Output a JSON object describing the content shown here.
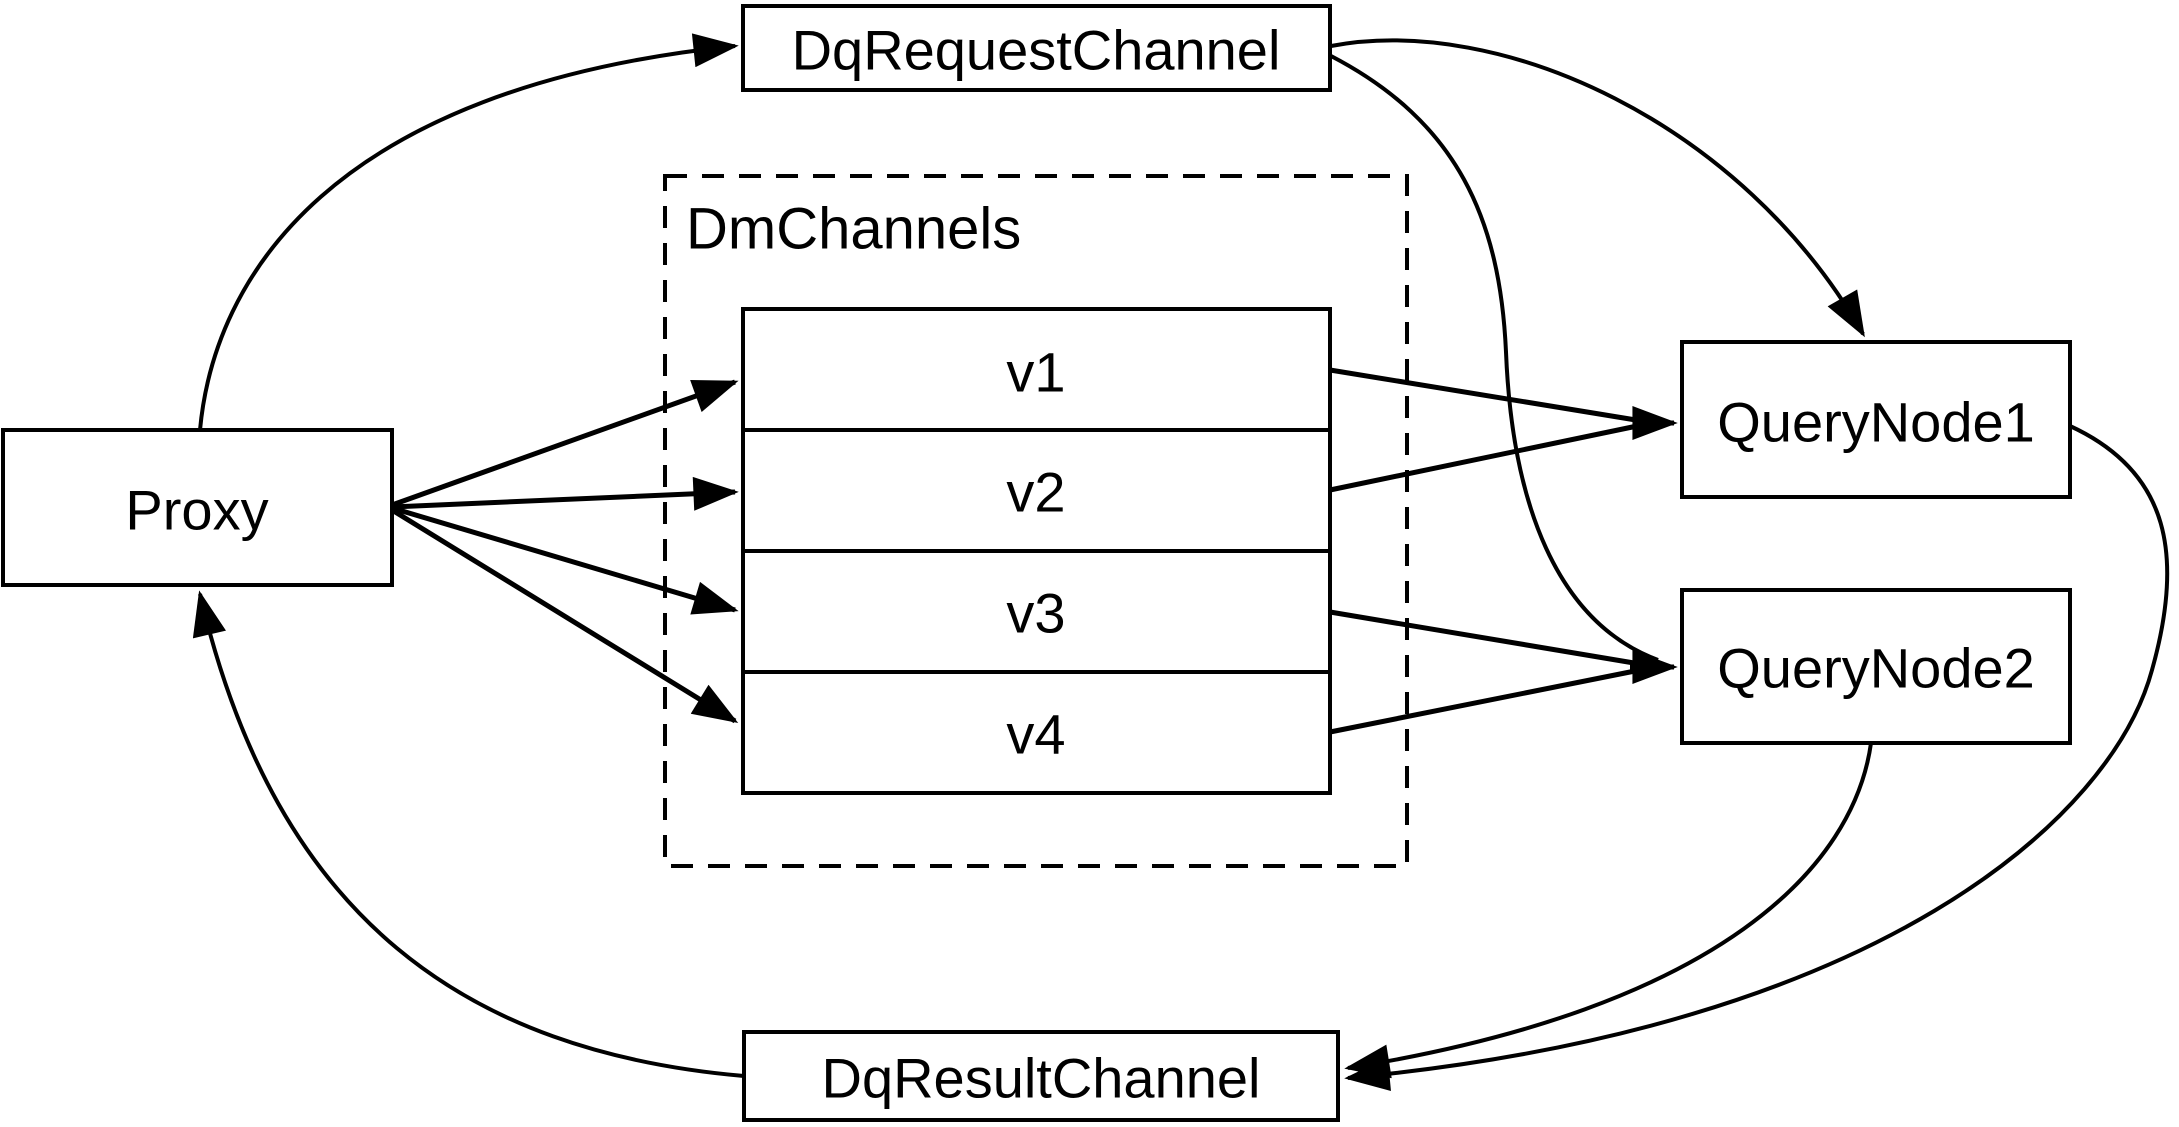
{
  "diagram": {
    "background": "#ffffff",
    "stroke_color": "#000000",
    "nodes": {
      "proxy": {
        "label": "Proxy"
      },
      "dq_request_channel": {
        "label": "DqRequestChannel"
      },
      "dm_channels_group": {
        "label": "DmChannels"
      },
      "channels": [
        {
          "label": "v1"
        },
        {
          "label": "v2"
        },
        {
          "label": "v3"
        },
        {
          "label": "v4"
        }
      ],
      "query_node_1": {
        "label": "QueryNode1"
      },
      "query_node_2": {
        "label": "QueryNode2"
      },
      "dq_result_channel": {
        "label": "DqResultChannel"
      }
    },
    "edges": [
      {
        "from": "Proxy",
        "to": "DqRequestChannel"
      },
      {
        "from": "Proxy",
        "to": "v1"
      },
      {
        "from": "Proxy",
        "to": "v2"
      },
      {
        "from": "Proxy",
        "to": "v3"
      },
      {
        "from": "Proxy",
        "to": "v4"
      },
      {
        "from": "DqRequestChannel",
        "to": "QueryNode1"
      },
      {
        "from": "DqRequestChannel",
        "to": "QueryNode2"
      },
      {
        "from": "v1",
        "to": "QueryNode1"
      },
      {
        "from": "v2",
        "to": "QueryNode1"
      },
      {
        "from": "v3",
        "to": "QueryNode2"
      },
      {
        "from": "v4",
        "to": "QueryNode2"
      },
      {
        "from": "QueryNode1",
        "to": "DqResultChannel"
      },
      {
        "from": "QueryNode2",
        "to": "DqResultChannel"
      },
      {
        "from": "DqResultChannel",
        "to": "Proxy"
      }
    ]
  }
}
